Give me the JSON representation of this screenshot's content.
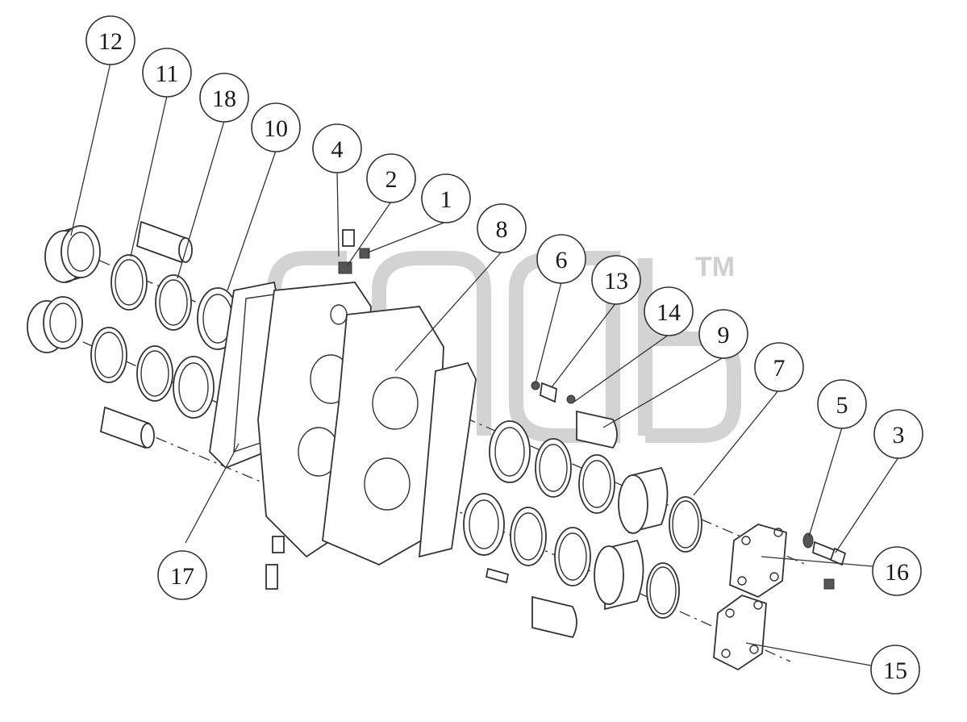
{
  "watermark": {
    "mark": "TM"
  },
  "callouts": [
    {
      "id": "c1",
      "label": "1"
    },
    {
      "id": "c2",
      "label": "2"
    },
    {
      "id": "c3",
      "label": "3"
    },
    {
      "id": "c4",
      "label": "4"
    },
    {
      "id": "c5",
      "label": "5"
    },
    {
      "id": "c6",
      "label": "6"
    },
    {
      "id": "c7",
      "label": "7"
    },
    {
      "id": "c8",
      "label": "8"
    },
    {
      "id": "c9",
      "label": "9"
    },
    {
      "id": "c10",
      "label": "10"
    },
    {
      "id": "c11",
      "label": "11"
    },
    {
      "id": "c12",
      "label": "12"
    },
    {
      "id": "c13",
      "label": "13"
    },
    {
      "id": "c14",
      "label": "14"
    },
    {
      "id": "c15",
      "label": "15"
    },
    {
      "id": "c16",
      "label": "16"
    },
    {
      "id": "c17",
      "label": "17"
    },
    {
      "id": "c18",
      "label": "18"
    }
  ],
  "colors": {
    "line": "#333333",
    "watermark": "#d3d3d3",
    "background": "#ffffff"
  }
}
